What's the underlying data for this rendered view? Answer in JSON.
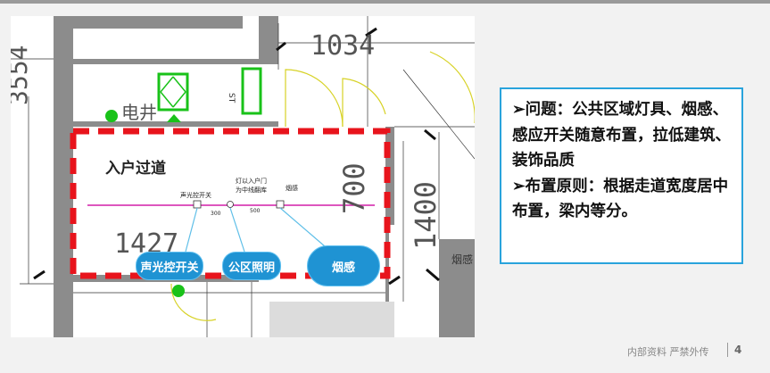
{
  "drawing": {
    "title": "入户过道",
    "elevator_label": "电井",
    "dim_top": "1034",
    "dim_left": "3554",
    "dim_700": "700",
    "dim_1400": "1400",
    "dim_1427": "1427",
    "side_smoke_label": "烟感",
    "switch_note": "声光控开关",
    "light_note_1": "灯以入户门",
    "light_note_2": "为中线翻库",
    "smoke_note": "烟感",
    "dim_300": "300",
    "dim_500": "500",
    "well_mark": "ST",
    "callouts": {
      "switch": "声光控开关",
      "lighting": "公区照明",
      "smoke": "烟感"
    }
  },
  "info": {
    "problem": "➢问题：公共区域灯具、烟感、感应开关随意布置，拉低建筑、装饰品质",
    "principle": "➢布置原则：根据走道宽度居中布置，梁内等分。"
  },
  "footer": {
    "text": "内部资料 严禁外传",
    "page": "4"
  },
  "colors": {
    "accent": "#29a3dc",
    "callout": "#1f93d3",
    "dash_red": "#e8141c",
    "wall": "#8c8c8c"
  }
}
